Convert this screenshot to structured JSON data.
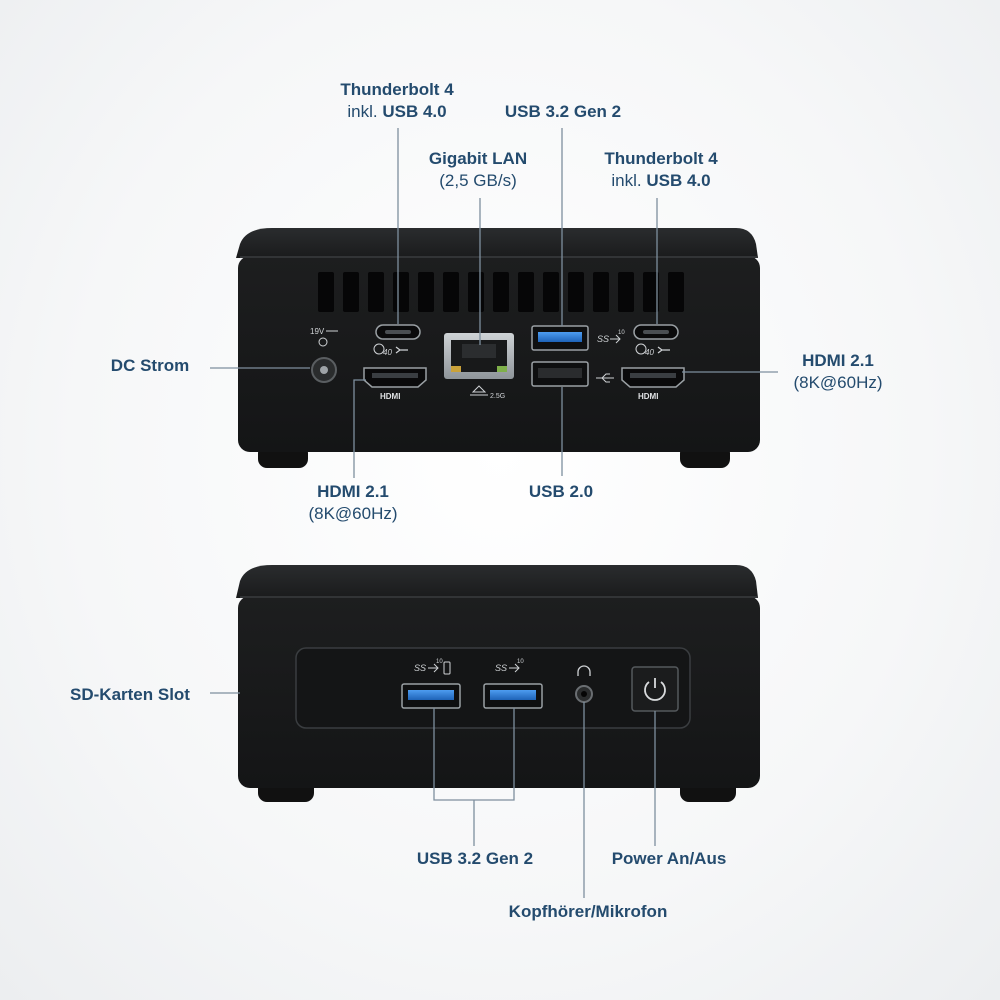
{
  "colors": {
    "label": "#244b6e",
    "leader": "#7e8f9e",
    "device": "#171819",
    "accent_blue": "#2f7fd6"
  },
  "back_view": {
    "labels": {
      "tb4_left": {
        "line1_bold": "Thunderbolt 4",
        "line2_plain": "inkl. ",
        "line2_bold": "USB 4.0"
      },
      "usb32_top": {
        "line1_bold": "USB 3.2 Gen 2"
      },
      "lan": {
        "line1_bold": "Gigabit LAN",
        "line2_plain": "(2,5 GB/s)"
      },
      "tb4_right": {
        "line1_bold": "Thunderbolt 4",
        "line2_plain": "inkl. ",
        "line2_bold": "USB 4.0"
      },
      "dc": {
        "line1_bold": "DC Strom"
      },
      "hdmi_right": {
        "line1_bold": "HDMI 2.1",
        "line2_plain": "(8K@60Hz)"
      },
      "hdmi_left": {
        "line1_bold": "HDMI 2.1",
        "line2_plain": "(8K@60Hz)"
      },
      "usb20": {
        "line1_bold": "USB 2.0"
      }
    },
    "port_marks": {
      "dc_voltage": "19V",
      "hdmi_logo": "HDMI",
      "lan_speed": "2.5G",
      "ss10": "SS",
      "ss10_sup": "10",
      "tb40": "40"
    }
  },
  "front_view": {
    "labels": {
      "sd": {
        "line1_bold": "SD-Karten Slot"
      },
      "usb32": {
        "line1_bold": "USB 3.2 Gen 2"
      },
      "power": {
        "line1_bold": "Power An/Aus"
      },
      "headset": {
        "line1_bold": "Kopfhörer/Mikrofon"
      }
    },
    "port_marks": {
      "ss10": "SS",
      "ss10_sup": "10"
    }
  }
}
